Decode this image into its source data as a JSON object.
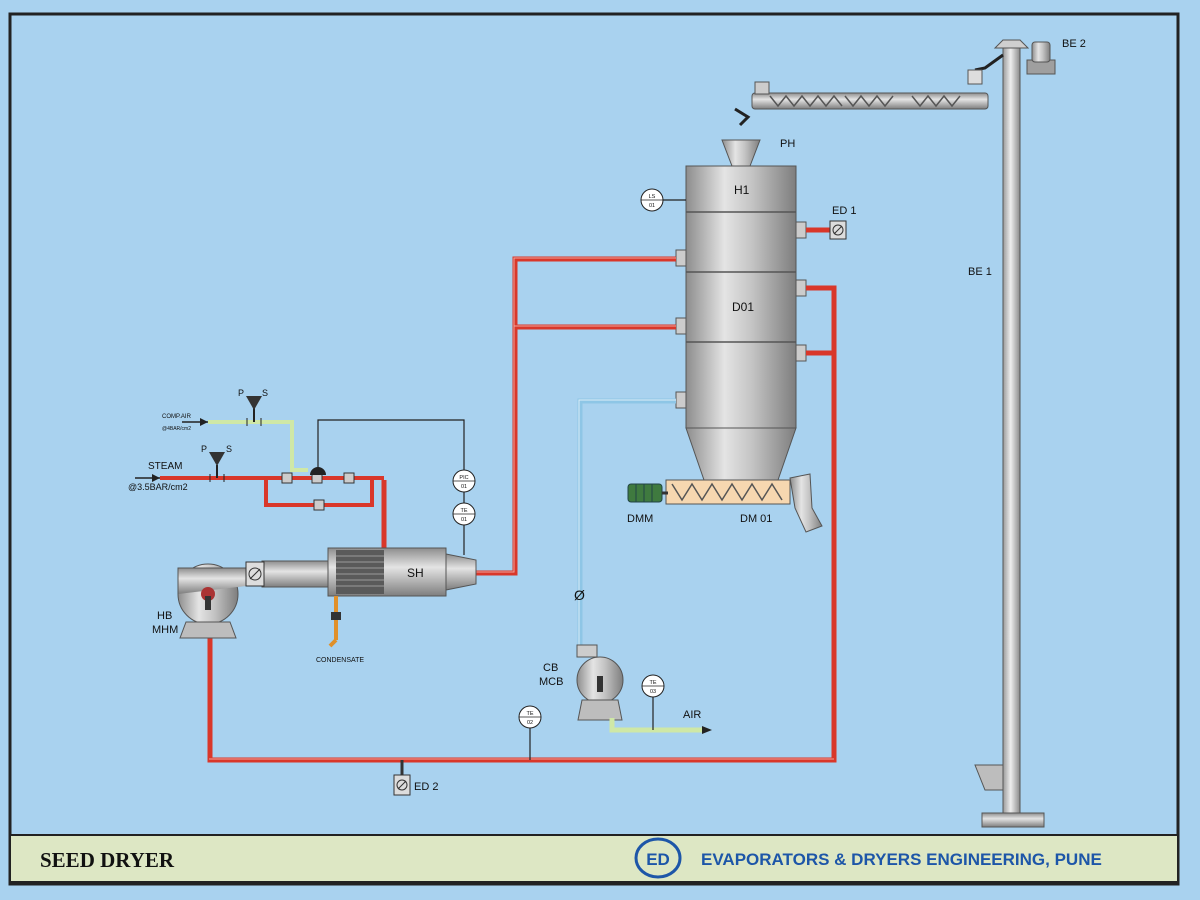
{
  "diagram": {
    "title": "SEED DRYER",
    "company": "EVAPORATORS & DRYERS ENGINEERING, PUNE",
    "logo_letters": "ED",
    "labels": {
      "be2": "BE 2",
      "be1": "BE 1",
      "ph": "PH",
      "h1": "H1",
      "d01": "D01",
      "ed1": "ED 1",
      "ed2": "ED 2",
      "dmm": "DMM",
      "dm01": "DM 01",
      "sh": "SH",
      "hb": "HB",
      "mhm": "MHM",
      "cb": "CB",
      "mcb": "MCB",
      "air": "AIR",
      "steam": "STEAM",
      "steam_pressure": "@3.5BAR/cm2",
      "comp_air": "COMP.AIR",
      "comp_air_pressure": "@4BAR/cm2",
      "condensate": "CONDENSATE",
      "valve_p": "P",
      "valve_s": "S",
      "diameter_symbol": "Ø"
    },
    "instruments": [
      {
        "id": "li01",
        "top": "LS",
        "bottom": "01"
      },
      {
        "id": "pic01",
        "top": "PIC",
        "bottom": "01"
      },
      {
        "id": "te01",
        "top": "TE",
        "bottom": "01"
      },
      {
        "id": "te02",
        "top": "TE",
        "bottom": "02"
      },
      {
        "id": "te03",
        "top": "TE",
        "bottom": "03"
      }
    ],
    "colors": {
      "background": "#a9d2ef",
      "hot_pipe": "#d9372a",
      "cold_pipe": "#8ec6e6",
      "air_pipe": "#cfe8a6",
      "vessel": "#b8b8b8",
      "footer": "#dde7c4",
      "logo": "#1d56a8"
    }
  }
}
